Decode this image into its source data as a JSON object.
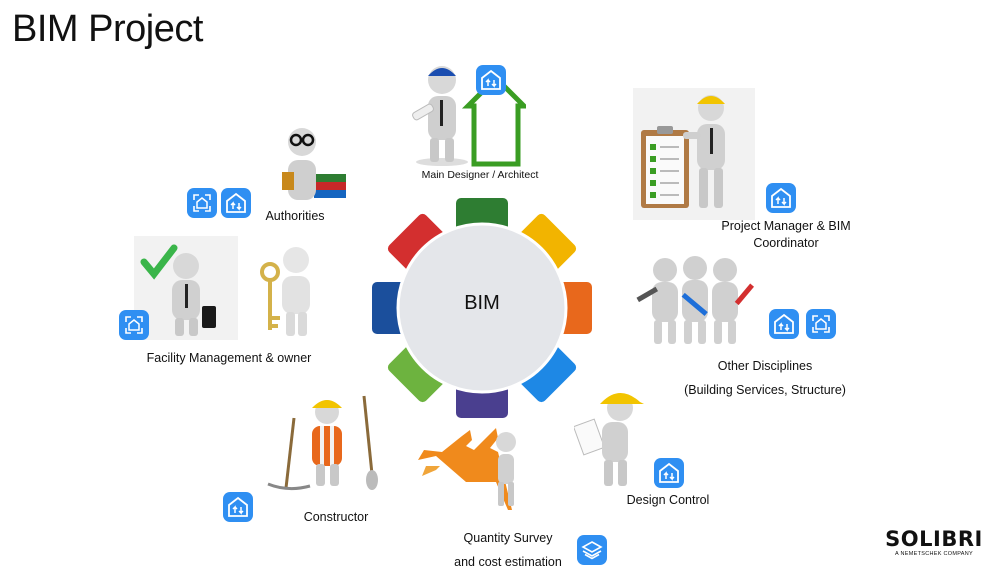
{
  "page": {
    "title": "BIM Project"
  },
  "hub": {
    "label": "BIM",
    "segment_colors": [
      "#2e7d32",
      "#f2b400",
      "#e8681c",
      "#1e88e5",
      "#4a3f8f",
      "#6db33f",
      "#1b4f9c",
      "#d32f2f"
    ]
  },
  "roles": [
    {
      "id": "main-designer",
      "label": "Main Designer / Architect",
      "apps": [
        "solibri-arrows-icon"
      ]
    },
    {
      "id": "project-manager",
      "label_lines": [
        "Project Manager & BIM",
        "Coordinator"
      ],
      "apps": [
        "solibri-arrows-icon"
      ]
    },
    {
      "id": "authorities",
      "label": "Authorities",
      "apps": [
        "solibri-house-frame-icon",
        "solibri-arrows-icon"
      ]
    },
    {
      "id": "facility-management",
      "label": "Facility Management & owner",
      "apps": [
        "solibri-house-frame-icon"
      ]
    },
    {
      "id": "other-disciplines",
      "label_lines": [
        "Other Disciplines",
        "(Building Services, Structure)"
      ],
      "apps": [
        "solibri-arrows-icon",
        "solibri-house-frame-icon"
      ]
    },
    {
      "id": "design-control",
      "label": "Design Control",
      "apps": [
        "solibri-arrows-icon"
      ]
    },
    {
      "id": "constructor",
      "label": "Constructor",
      "apps": [
        "solibri-arrows-icon"
      ]
    },
    {
      "id": "quantity-survey",
      "label_lines": [
        "Quantity Survey",
        "and cost estimation"
      ],
      "apps": [
        "solibri-layers-icon"
      ]
    }
  ],
  "brand": {
    "name": "SOLIBRI",
    "tagline": "A NEMETSCHEK COMPANY",
    "app_color": "#2f8ff2"
  }
}
